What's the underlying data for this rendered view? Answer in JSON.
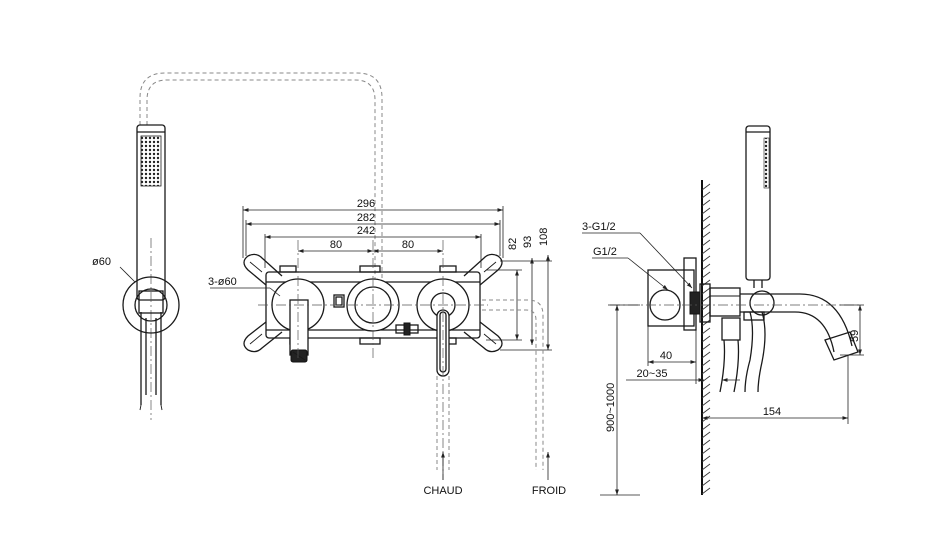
{
  "labels": {
    "hand_shower_dia": "ø60",
    "wall_plate_dia": "3-ø60",
    "dim_296": "296",
    "dim_282": "282",
    "dim_242": "242",
    "dim_80_left": "80",
    "dim_80_right": "80",
    "dim_82": "82",
    "dim_93": "93",
    "dim_108": "108",
    "hot_label": "CHAUD",
    "cold_label": "FROID",
    "thread_3g": "3-G1/2",
    "thread_g": "G1/2",
    "dim_40": "40",
    "dim_20_35": "20~35",
    "dim_height": "900~1000",
    "dim_154": "154",
    "dim_59": "59"
  }
}
